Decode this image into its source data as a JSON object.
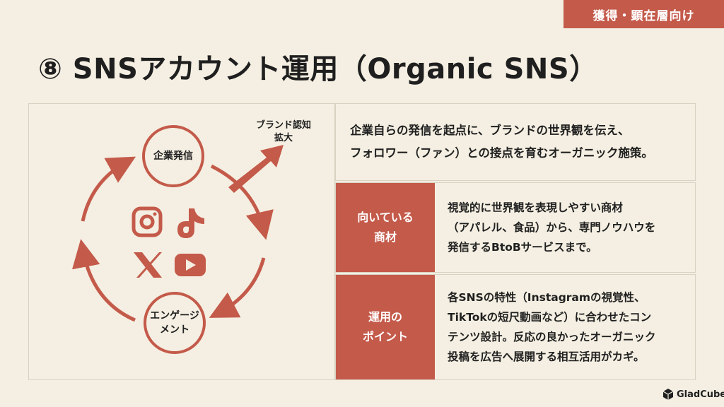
{
  "header_tag": "獲得・顕在層向け",
  "title": "⑧ SNSアカウント運用（Organic SNS）",
  "diagram": {
    "node_top": "企業発信",
    "node_bottom_line1": "エンゲージ",
    "node_bottom_line2": "メント",
    "arrow_label_line1": "ブランド認知",
    "arrow_label_line2": "拡大",
    "icons": [
      "instagram-icon",
      "tiktok-icon",
      "x-icon",
      "youtube-icon"
    ],
    "accent_color": "#c45a4a"
  },
  "summary": {
    "line1": "企業自らの発信を起点に、ブランドの世界観を伝え、",
    "line2": "フォロワー（ファン）との接点を育むオーガニック施策。"
  },
  "rows": [
    {
      "head_line1": "向いている",
      "head_line2": "商材",
      "body_line1": "視覚的に世界観を表現しやすい商材",
      "body_line2": "（アパレル、食品）から、専門ノウハウを",
      "body_line3": "発信するBtoBサービスまで。"
    },
    {
      "head_line1": "運用の",
      "head_line2": "ポイント",
      "body_line1": "各SNSの特性（Instagramの視覚性、",
      "body_line2": "TikTokの短尺動画など）に合わせたコン",
      "body_line3": "テンツ設計。反応の良かったオーガニック",
      "body_line4": "投稿を広告へ展開する相互活用がカギ。"
    }
  ],
  "logo_text": "GladCube"
}
